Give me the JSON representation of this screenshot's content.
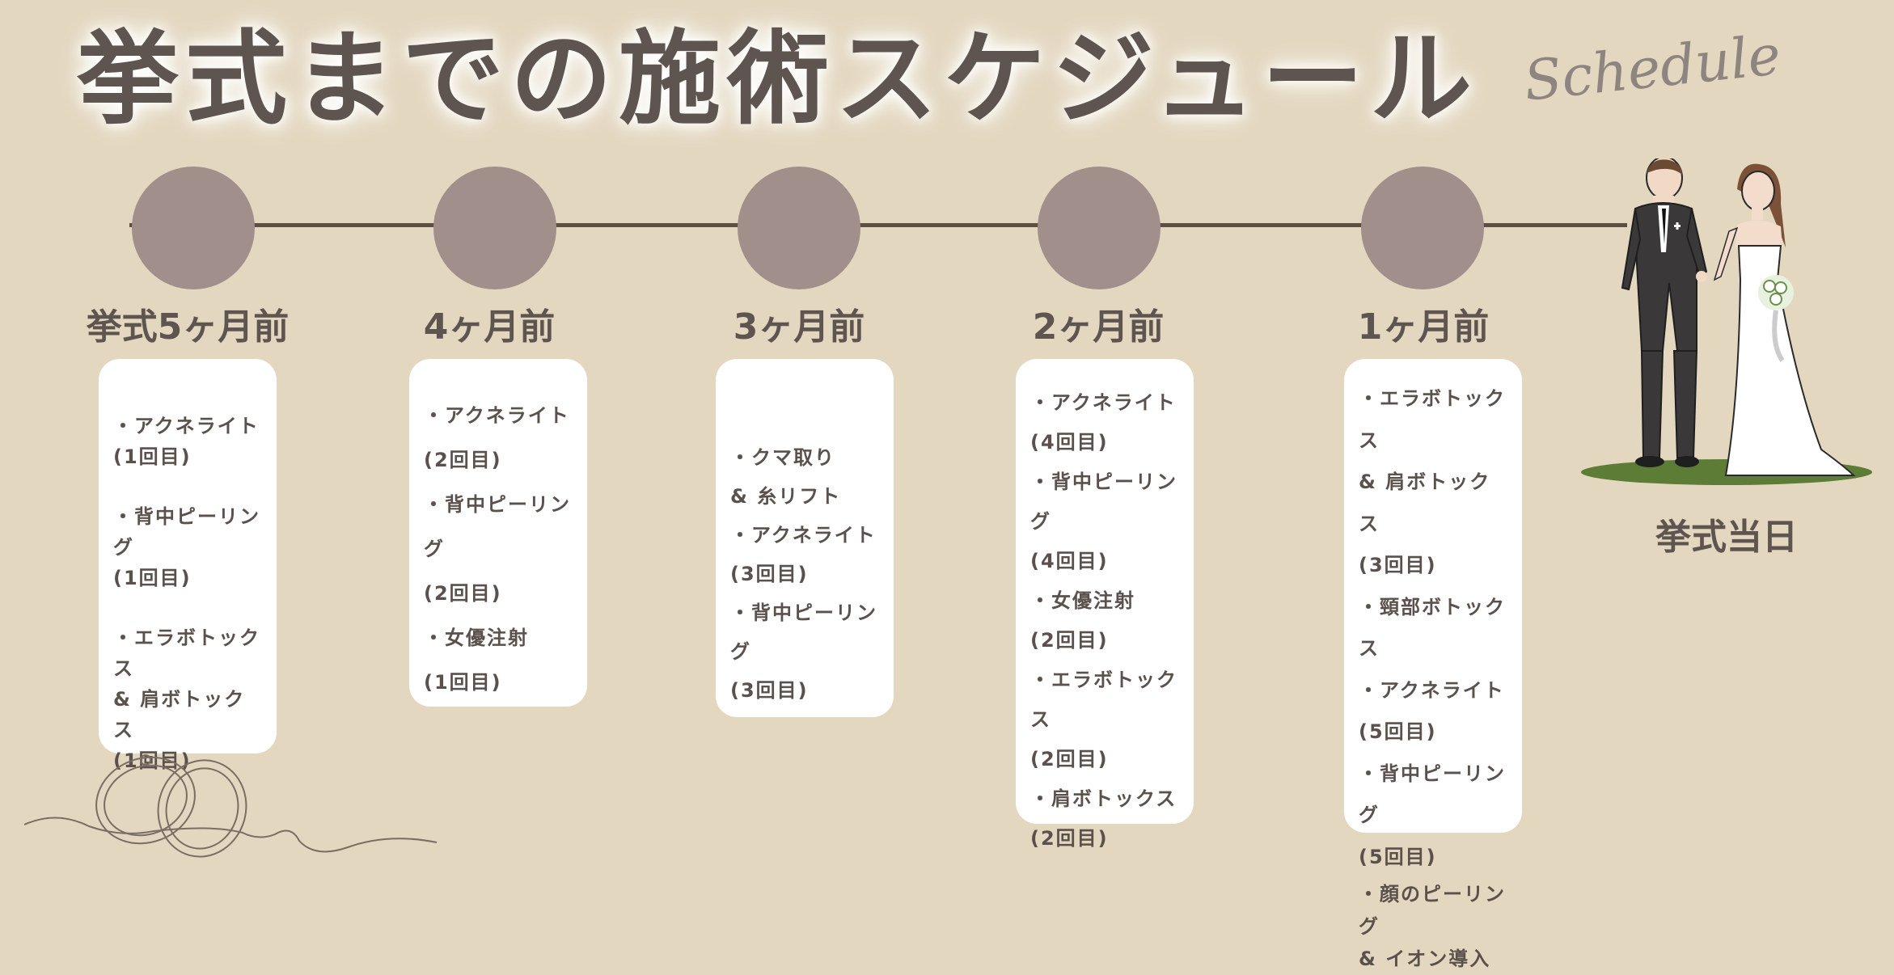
{
  "header": {
    "title": "挙式までの施術スケジュール",
    "subtitle": "Schedule"
  },
  "colors": {
    "background": "#e3d7bf",
    "circle": "#a08f8a",
    "line": "#5e4f42",
    "text": "#5b514c",
    "card": "#ffffff"
  },
  "timeline": [
    {
      "label": "挙式5ヶ月前",
      "items": [
        "・アクネライト\n(1回目)",
        "・背中ピーリング\n(1回目)",
        "・エラボトックス\n& 肩ボトックス\n(1回目)"
      ]
    },
    {
      "label": "4ヶ月前",
      "items": [
        "・アクネライト",
        "(2回目)",
        "・背中ピーリング",
        "(2回目)",
        "・女優注射",
        "(1回目)"
      ]
    },
    {
      "label": "3ヶ月前",
      "items": [
        "・クマ取り",
        "& 糸リフト",
        "・アクネライト",
        "(3回目)",
        "・背中ピーリング",
        "(3回目)"
      ]
    },
    {
      "label": "2ヶ月前",
      "items": [
        "・アクネライト",
        "(4回目)",
        "・背中ピーリング",
        "(4回目)",
        "・女優注射",
        "(2回目)",
        "・エラボトックス",
        "(2回目)",
        "・肩ボトックス",
        "(2回目)"
      ]
    },
    {
      "label": "1ヶ月前",
      "items": [
        "・エラボトックス",
        "& 肩ボトックス",
        "(3回目)",
        "・頸部ボトックス",
        "・アクネライト",
        "(5回目)",
        "・背中ピーリング",
        "(5回目)",
        "・顔のピーリング\n& イオン導入"
      ]
    }
  ],
  "final": {
    "label": "挙式当日",
    "illustration": "wedding-couple-icon"
  },
  "decoration": {
    "illustration": "wedding-rings-icon"
  }
}
